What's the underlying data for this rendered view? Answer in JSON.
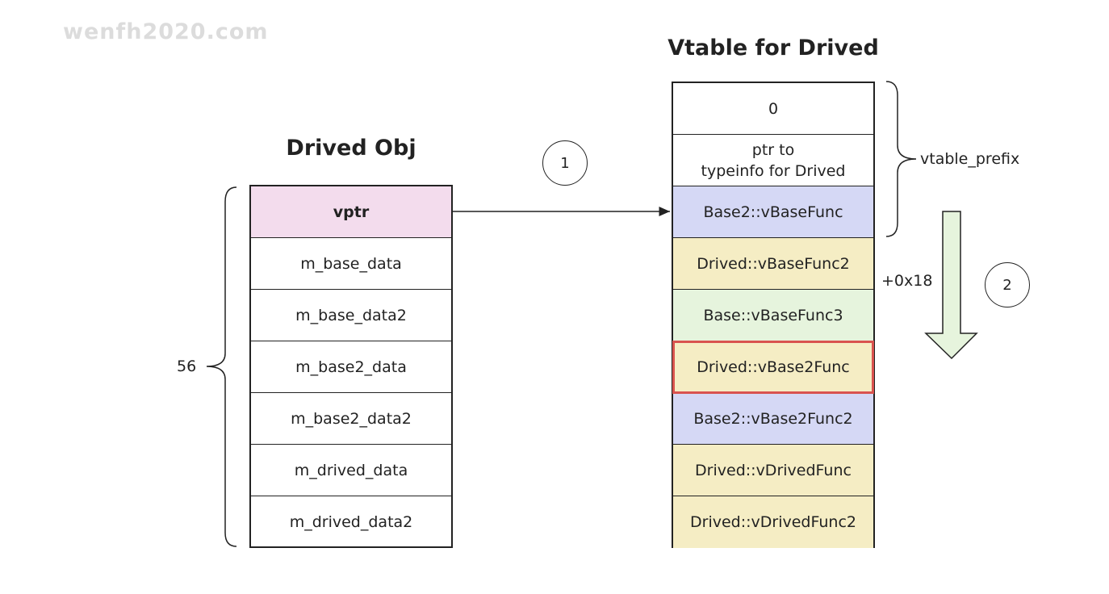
{
  "watermark": "wenfh2020.com",
  "object": {
    "title": "Drived Obj",
    "size_label": "56",
    "fields": [
      "vptr",
      "m_base_data",
      "m_base_data2",
      "m_base2_data",
      "m_base2_data2",
      "m_drived_data",
      "m_drived_data2"
    ]
  },
  "vtable": {
    "title": "Vtable for Drived",
    "prefix_label": "vtable_prefix",
    "offset_label": "+0x18",
    "entries": [
      "0",
      "ptr to\ntypeinfo for Drived",
      "Base2::vBaseFunc",
      "Drived::vBaseFunc2",
      "Base::vBaseFunc3",
      "Drived::vBase2Func",
      "Base2::vBase2Func2",
      "Drived::vDrivedFunc",
      "Drived::vDrivedFunc2"
    ]
  },
  "steps": [
    "1",
    "2"
  ],
  "colors": {
    "vptr_fill": "#f3dced",
    "base2_fill": "#d5d8f5",
    "drived_fill": "#f5edc4",
    "base_fill": "#e6f4dd",
    "highlight_border": "#d9534f",
    "down_arrow_fill": "#e6f4dd"
  }
}
